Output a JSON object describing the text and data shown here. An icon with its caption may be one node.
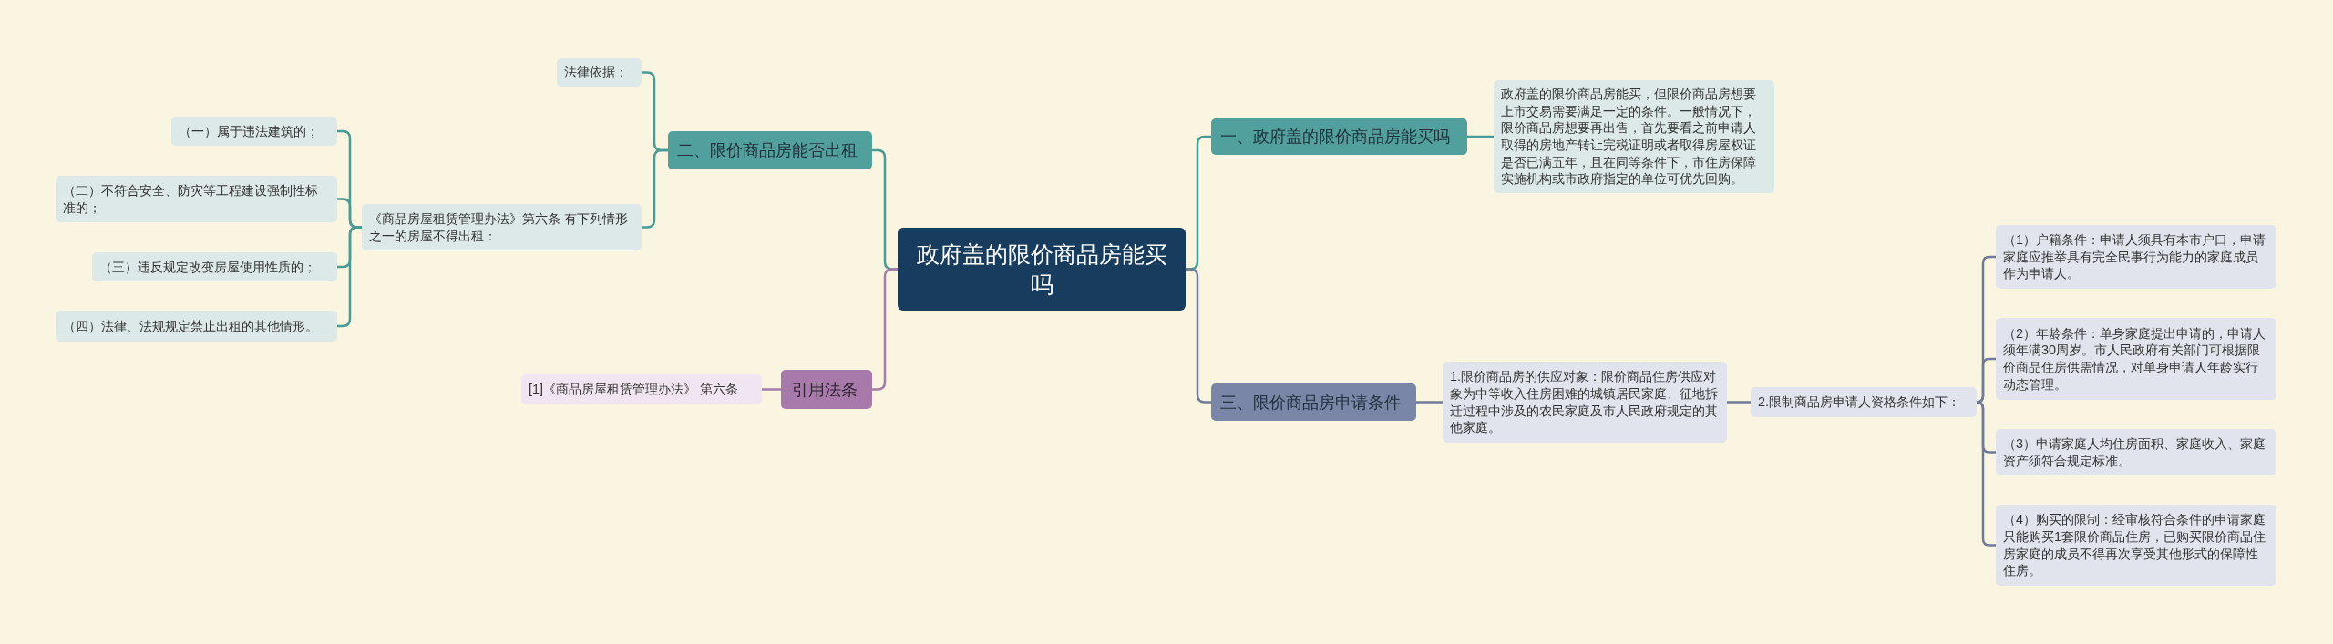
{
  "diagram": {
    "nodes": [
      {
        "text": [
          "政府盖的限价商品房能买吗"
        ]
      },
      {
        "text": [
          "一、政府盖的限价商品房能买吗"
        ]
      },
      {
        "text": [
          "政府盖的限价商品房能买，但限价商品房想要上市交易需要满足一定的条件。一般情况下，限价商品房想要再出售，首先要看之前申请人取得的房地产转让完税证明或者取得房屋权证是否已满五年，且在同等条件下，市住房保障实施机构或市政府指定的单位可优先回购。"
        ]
      },
      {
        "text": [
          "二、限价商品房能否出租"
        ]
      },
      {
        "text": [
          "法律依据："
        ]
      },
      {
        "text": [
          "《商品房屋租赁管理办法》第六条 有下列情形之一的房屋不得出租："
        ]
      },
      {
        "text": [
          "（一）属于违法建筑的；"
        ]
      },
      {
        "text": [
          "（二）不符合安全、防灾等工程建设强制性标准的；"
        ]
      },
      {
        "text": [
          "（三）违反规定改变房屋使用性质的；"
        ]
      },
      {
        "text": [
          "（四）法律、法规规定禁止出租的其他情形。"
        ]
      },
      {
        "text": [
          "三、限价商品房申请条件"
        ]
      },
      {
        "text": [
          "1.限价商品房的供应对象：限价商品住房供应对象为中等收入住房困难的城镇居民家庭、征地拆迁过程中涉及的农民家庭及市人民政府规定的其他家庭。"
        ]
      },
      {
        "text": [
          "2.限制商品房申请人资格条件如下："
        ]
      },
      {
        "text": [
          "（1）户籍条件：申请人须具有本市户口，申请家庭应推举具有完全民事行为能力的家庭成员作为申请人。"
        ]
      },
      {
        "text": [
          "（2）年龄条件：单身家庭提出申请的，申请人须年满30周岁。市人民政府有关部门可根据限价商品住房供需情况，对单身申请人年龄实行动态管理。"
        ]
      },
      {
        "text": [
          "（3）申请家庭人均住房面积、家庭收入、家庭资产须符合规定标准。"
        ]
      },
      {
        "text": [
          "（4）购买的限制：经审核符合条件的申请家庭只能购买1套限价商品住房，已购买限价商品住房家庭的成员不得再次享受其他形式的保障性住房。"
        ]
      },
      {
        "text": [
          "引用法条"
        ]
      },
      {
        "text": [
          "[1]《商品房屋租赁管理办法》 第六条"
        ]
      }
    ],
    "edges": [
      {
        "from": 0,
        "to": 1,
        "arrow": "none"
      },
      {
        "from": 1,
        "to": 2,
        "arrow": "none"
      },
      {
        "from": 0,
        "to": 3,
        "arrow": "none"
      },
      {
        "from": 3,
        "to": 4,
        "arrow": "none"
      },
      {
        "from": 3,
        "to": 5,
        "arrow": "none"
      },
      {
        "from": 5,
        "to": 6,
        "arrow": "none"
      },
      {
        "from": 5,
        "to": 7,
        "arrow": "none"
      },
      {
        "from": 5,
        "to": 8,
        "arrow": "none"
      },
      {
        "from": 5,
        "to": 9,
        "arrow": "none"
      },
      {
        "from": 0,
        "to": 10,
        "arrow": "none",
        "color": "#6f7b98"
      },
      {
        "from": 10,
        "to": 11,
        "arrow": "none",
        "color": "#6f7b98"
      },
      {
        "from": 11,
        "to": 12,
        "arrow": "none",
        "color": "#6f7b98"
      },
      {
        "from": 12,
        "to": 13,
        "arrow": "none",
        "color": "#6f7b98"
      },
      {
        "from": 12,
        "to": 14,
        "arrow": "none",
        "color": "#6f7b98"
      },
      {
        "from": 12,
        "to": 15,
        "arrow": "none",
        "color": "#6f7b98"
      },
      {
        "from": 12,
        "to": 16,
        "arrow": "none",
        "color": "#6f7b98"
      },
      {
        "from": 0,
        "to": 17,
        "arrow": "none",
        "color": "#a57ca9"
      },
      {
        "from": 17,
        "to": 18,
        "arrow": "none",
        "color": "#a57ca9"
      }
    ]
  }
}
